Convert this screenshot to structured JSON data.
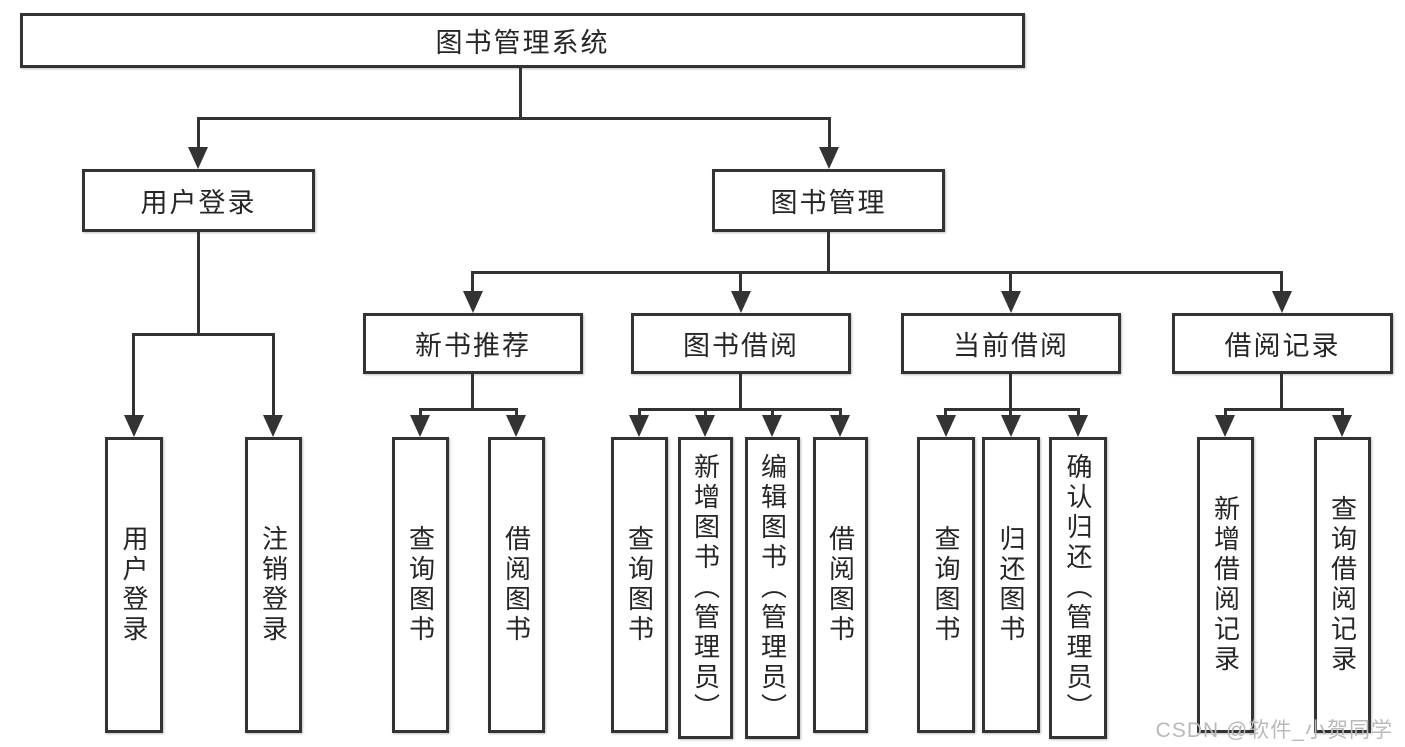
{
  "title": {
    "label": "图书管理系统"
  },
  "branches": {
    "user_login": {
      "label": "用户登录",
      "children": [
        {
          "label": "用户登录"
        },
        {
          "label": "注销登录"
        }
      ]
    },
    "book_management": {
      "label": "图书管理",
      "modules": [
        {
          "label": "新书推荐",
          "children": [
            {
              "label": "查询图书"
            },
            {
              "label": "借阅图书"
            }
          ]
        },
        {
          "label": "图书借阅",
          "children": [
            {
              "label": "查询图书"
            },
            {
              "label": "新增图书（管理员）"
            },
            {
              "label": "编辑图书（管理员）"
            },
            {
              "label": "借阅图书"
            }
          ]
        },
        {
          "label": "当前借阅",
          "children": [
            {
              "label": "查询图书"
            },
            {
              "label": "归还图书"
            },
            {
              "label": "确认归还（管理员）"
            }
          ]
        },
        {
          "label": "借阅记录",
          "children": [
            {
              "label": "新增借阅记录"
            },
            {
              "label": "查询借阅记录"
            }
          ]
        }
      ]
    }
  },
  "watermark": {
    "text": "CSDN @软件_小贺同学"
  },
  "colors": {
    "line": "#333333",
    "text": "#262626",
    "watermark": "#b9b9b9",
    "background": "#ffffff"
  }
}
